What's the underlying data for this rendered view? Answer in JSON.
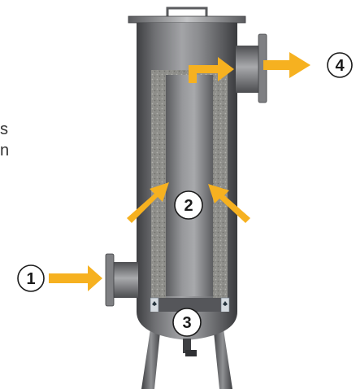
{
  "side_text_fragments": [
    "s",
    "n"
  ],
  "callouts": [
    {
      "number": "1",
      "meaning": ""
    },
    {
      "number": "2",
      "meaning": ""
    },
    {
      "number": "3",
      "meaning": ""
    },
    {
      "number": "4",
      "meaning": ""
    }
  ],
  "colors": {
    "arrow": "#F6B120",
    "vessel_dark": "#4a4b4e",
    "vessel_mid": "#7c7d80",
    "vessel_light": "#b3b4b6",
    "filter_media": "#8c8c88",
    "callout_fill": "#ffffff",
    "callout_stroke": "#1a1a1a",
    "nozzle_cap": "#d5dbe0"
  },
  "icons": [
    "flow-arrow",
    "nozzle-icon",
    "handle-icon",
    "drain-valve-icon",
    "filter-cartridge-icon"
  ]
}
